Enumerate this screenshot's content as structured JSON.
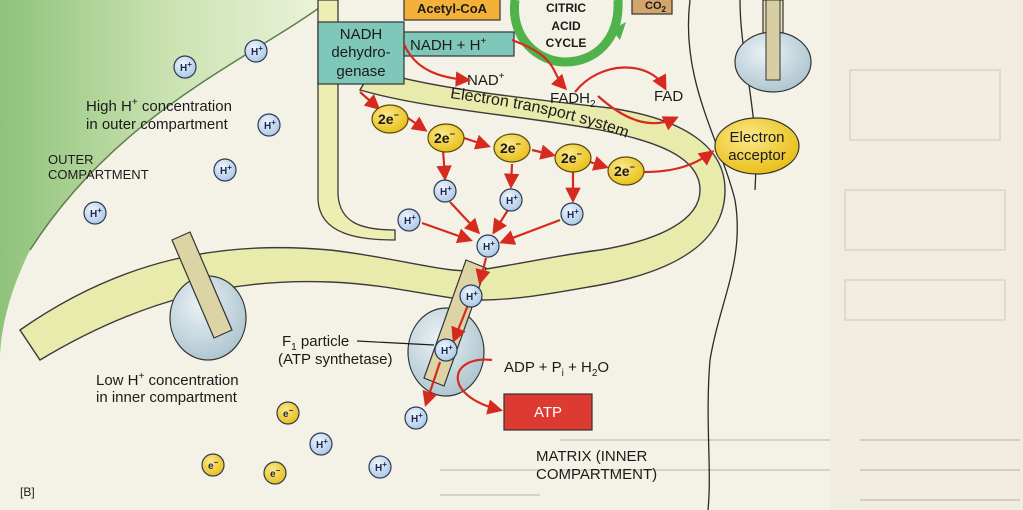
{
  "panel_tag": "[B]",
  "enzymes": {
    "nadh_dehydrogenase": [
      "NADH",
      "dehydro-",
      "genase"
    ],
    "acetyl_coa": "Acetyl-CoA",
    "citric_acid_cycle": [
      "CITRIC",
      "ACID",
      "CYCLE"
    ],
    "nadh_h": "NADH + H",
    "nadh_h_sup": "+",
    "co2": "CO",
    "co2_sub": "2"
  },
  "metabolites": {
    "nad": "NAD",
    "nad_sup": "+",
    "fadh2": "FADH",
    "fadh2_sub": "2",
    "fad": "FAD",
    "adp": "ADP + P",
    "adp_sub1": "i",
    "adp_mid": " + H",
    "adp_sub2": "2",
    "adp_end": "O",
    "atp": "ATP"
  },
  "labels": {
    "electron_transport": "Electron transport system",
    "electron_acceptor": [
      "Electron",
      "acceptor"
    ],
    "high_h": [
      "High H",
      " concentration",
      "in outer compartment"
    ],
    "outer_compartment": [
      "OUTER",
      "COMPARTMENT"
    ],
    "low_h": [
      "Low H",
      " concentration",
      "in inner compartment"
    ],
    "f1_particle": [
      "F",
      "1",
      " particle",
      "(ATP synthetase)"
    ],
    "matrix": [
      "MATRIX (INNER",
      "COMPARTMENT)"
    ]
  },
  "ions": {
    "h": "H",
    "h_sup": "+",
    "e": "e",
    "e_sup": "−",
    "two_e": "2e",
    "two_e_sup": "−"
  },
  "colors": {
    "outer_green": "#a8cf8e",
    "membrane": "#e8eaa8",
    "h_ion": "#bcd3ea",
    "electron": "#f3d02a",
    "arrow": "#d62a1e",
    "enzyme_box": "#7fc7b8",
    "atp_box": "#dd3b32",
    "acetyl_box": "#f4b13a",
    "cycle_green": "#4fb24b"
  }
}
